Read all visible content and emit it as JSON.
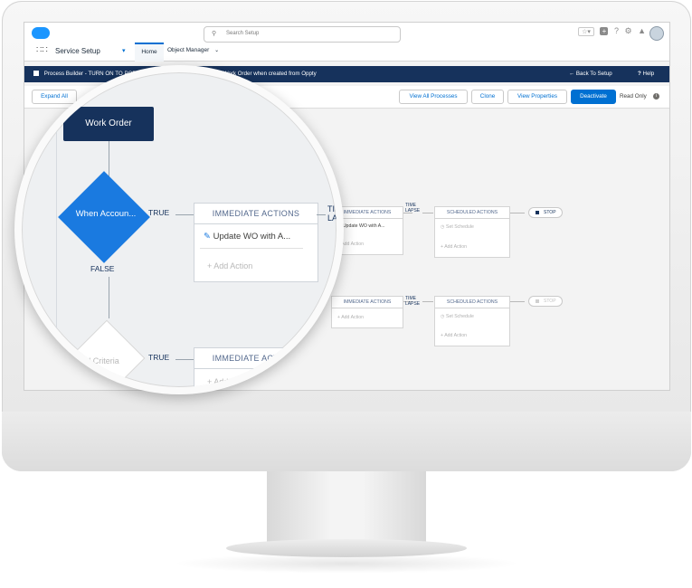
{
  "header": {
    "search_placeholder": "Search Setup",
    "icons": [
      "star-icon",
      "add-icon",
      "help-icon",
      "gear-icon",
      "bell-icon",
      "avatar"
    ]
  },
  "nav": {
    "app_name": "Service Setup",
    "tabs": [
      {
        "label": "Home"
      },
      {
        "label": "Object Manager"
      }
    ]
  },
  "titlebar": {
    "title": "Process Builder - TURN ON TO POPULATE OPPTY: Populate fields on Work Order when created from Oppty",
    "back_label": "Back To Setup",
    "help_label": "Help"
  },
  "toolbar": {
    "expand_all": "Expand All",
    "view_all_processes": "View All Processes",
    "clone": "Clone",
    "view_properties": "View Properties",
    "deactivate": "Deactivate",
    "read_only": "Read Only"
  },
  "canvas": {
    "row1": {
      "immediate_header": "IMMEDIATE ACTIONS",
      "immediate_item": "Update WO with A...",
      "add_action": "Add Action",
      "time_lapse": [
        "TIME",
        "LAPSE"
      ],
      "scheduled_header": "SCHEDULED ACTIONS",
      "set_schedule": "Set Schedule",
      "stop": "STOP"
    },
    "row2": {
      "immediate_header": "IMMEDIATE ACTIONS",
      "add_action": "Add Action",
      "time_lapse": [
        "TIME",
        "LAPSE"
      ],
      "scheduled_header": "SCHEDULED ACTIONS",
      "set_schedule": "Set Schedule",
      "stop": "STOP"
    }
  },
  "magnifier": {
    "object_node": "Work Order",
    "criteria_node": "When Accoun...",
    "true_label": "TRUE",
    "false_label": "FALSE",
    "add_criteria": "Add Criteria",
    "immediate_header": "IMMEDIATE ACTIONS",
    "immediate_item": "Update WO with A...",
    "add_action": "Add Action",
    "add_partial": "Add",
    "time_partial": [
      "TIME",
      "LAPS"
    ]
  }
}
